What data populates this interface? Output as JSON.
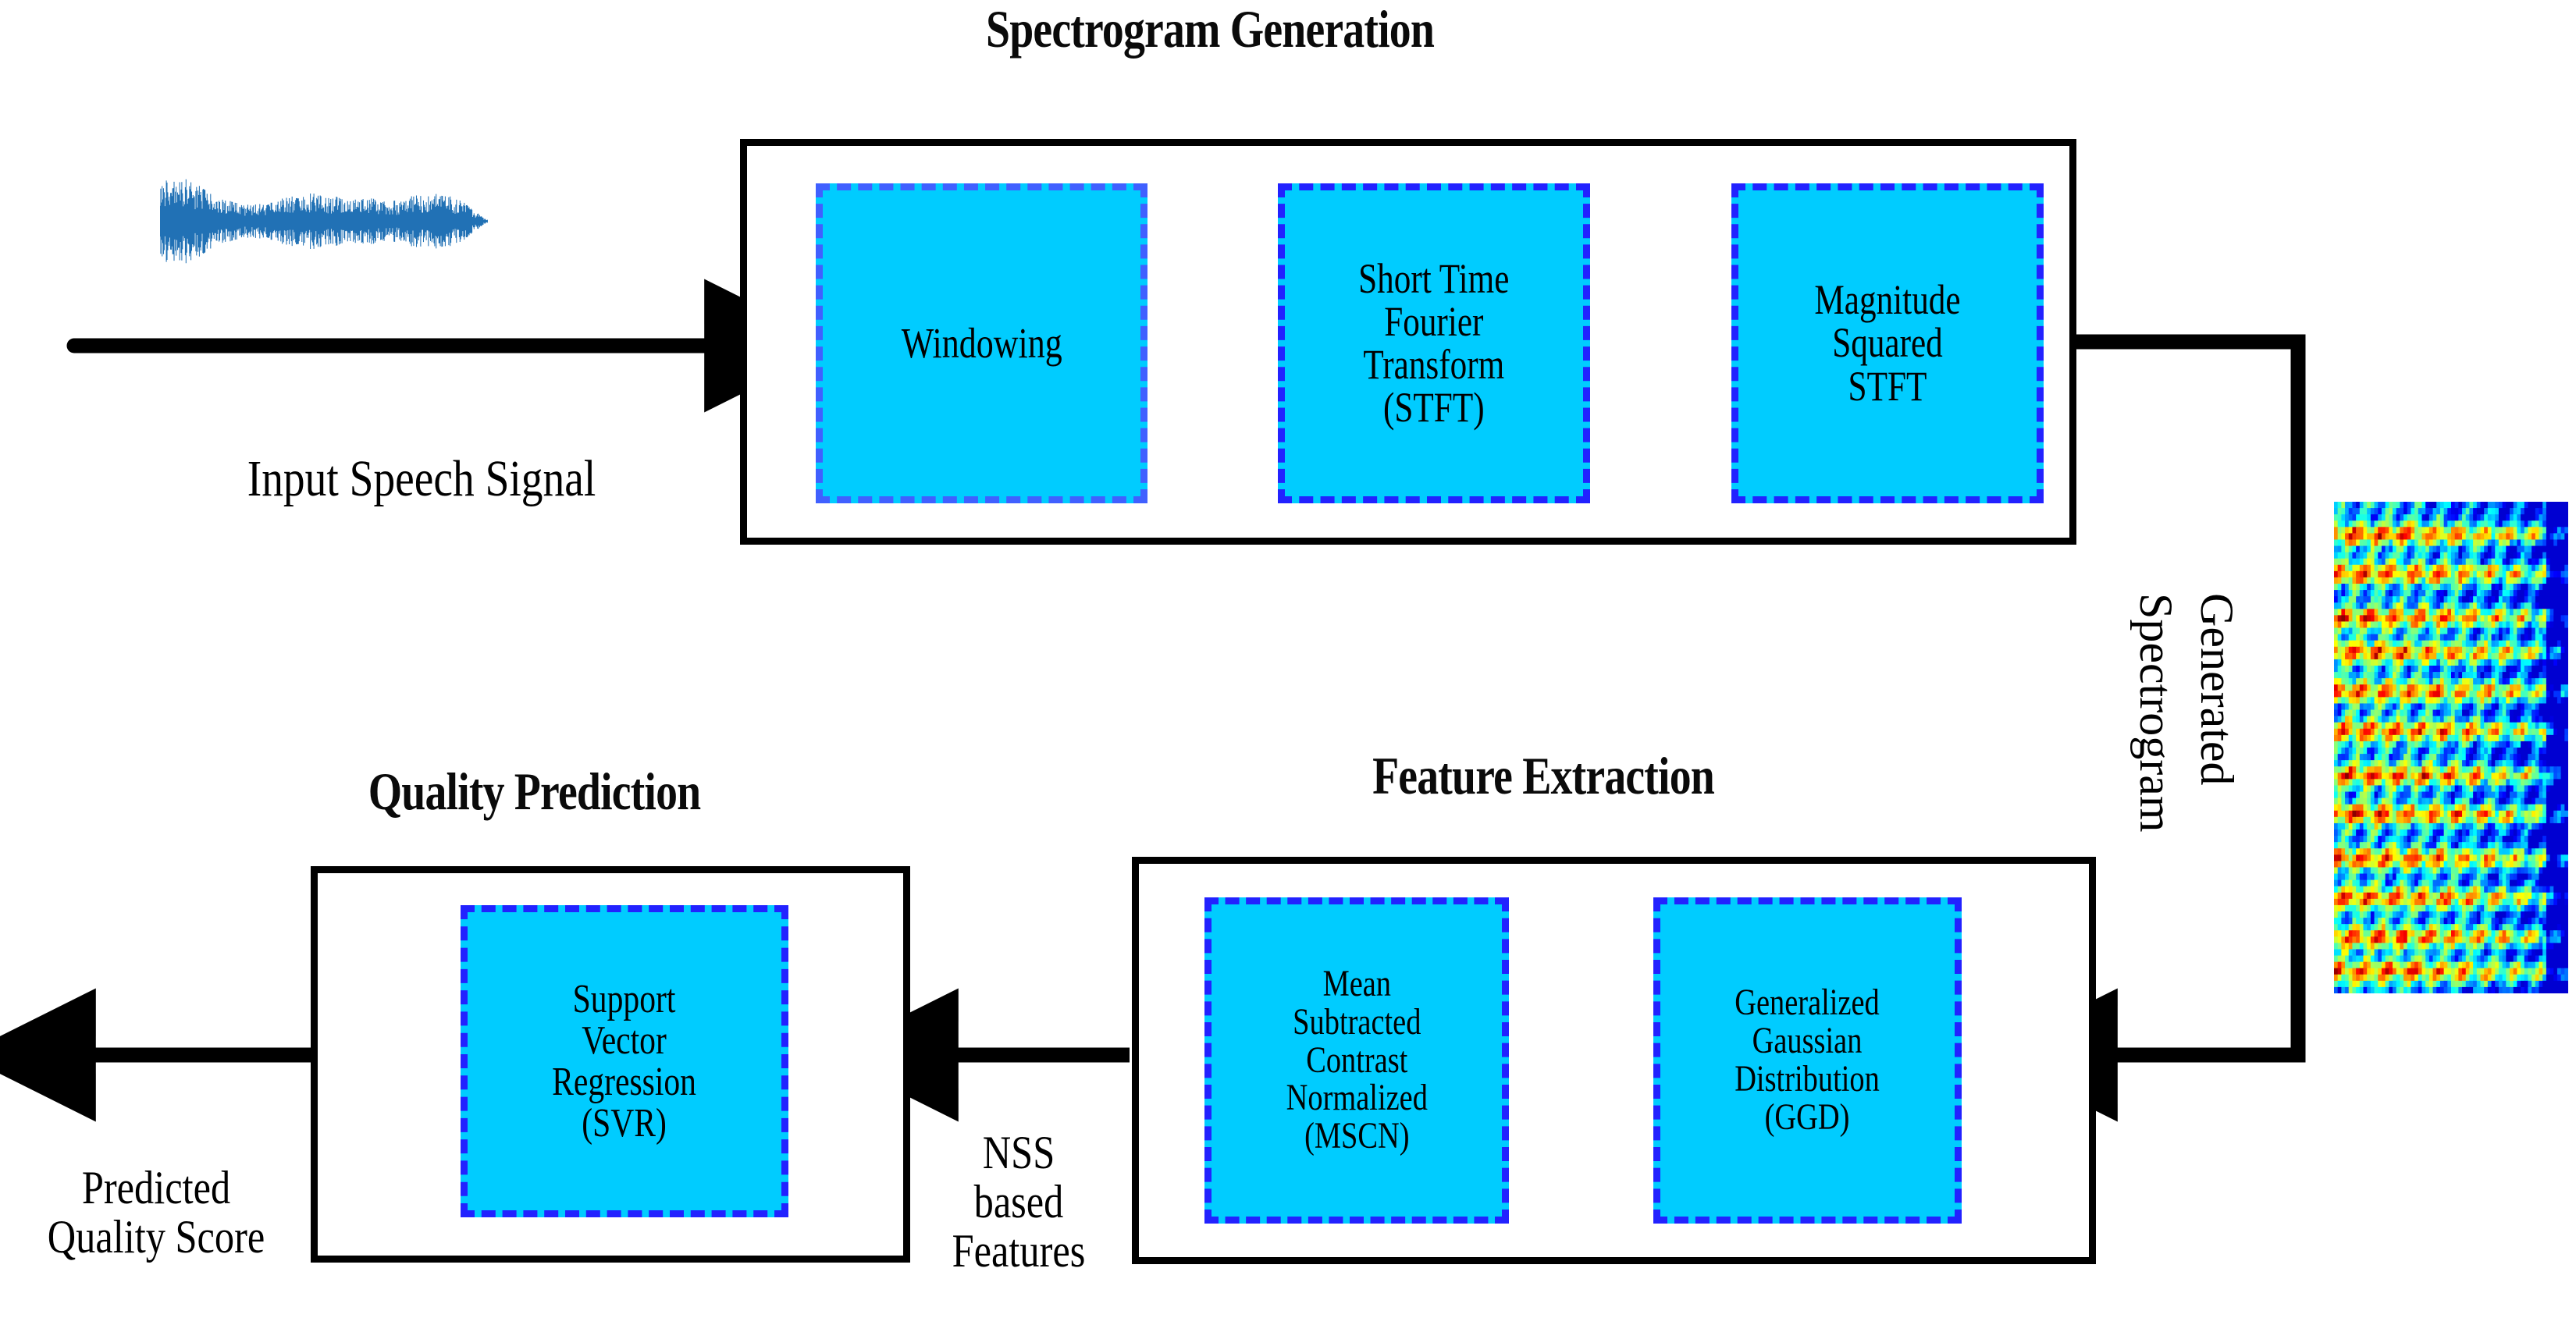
{
  "diagram": {
    "title_font_color": "#000000",
    "accent_fill": "#00CCFF",
    "accent_border": "#2222FF",
    "line_color": "#000000",
    "dashed_arrow_color": "#404040",
    "waveform_color": "#2171B5"
  },
  "sections": {
    "spectrogram_generation": {
      "title": "Spectrogram Generation",
      "blocks": [
        {
          "label": "Windowing"
        },
        {
          "label": "Short Time\nFourier\nTransform\n(STFT)"
        },
        {
          "label": "Magnitude\nSquared\nSTFT"
        }
      ]
    },
    "feature_extraction": {
      "title": "Feature Extraction",
      "blocks": [
        {
          "label": "Mean\nSubtracted\nContrast\nNormalized\n(MSCN)"
        },
        {
          "label": "Generalized\nGaussian\nDistribution\n(GGD)"
        }
      ]
    },
    "quality_prediction": {
      "title": "Quality Prediction",
      "blocks": [
        {
          "label": "Support\nVector\nRegression\n(SVR)"
        }
      ]
    }
  },
  "labels": {
    "input_signal": "Input Speech Signal",
    "generated_word": "Generated",
    "spectrogram_word": "Spectrogram",
    "nss_features": "NSS\nbased\nFeatures",
    "predicted_score": "Predicted\nQuality Score"
  },
  "icons": {
    "waveform": "speech-waveform-icon",
    "spectrogram": "spectrogram-image-icon"
  }
}
